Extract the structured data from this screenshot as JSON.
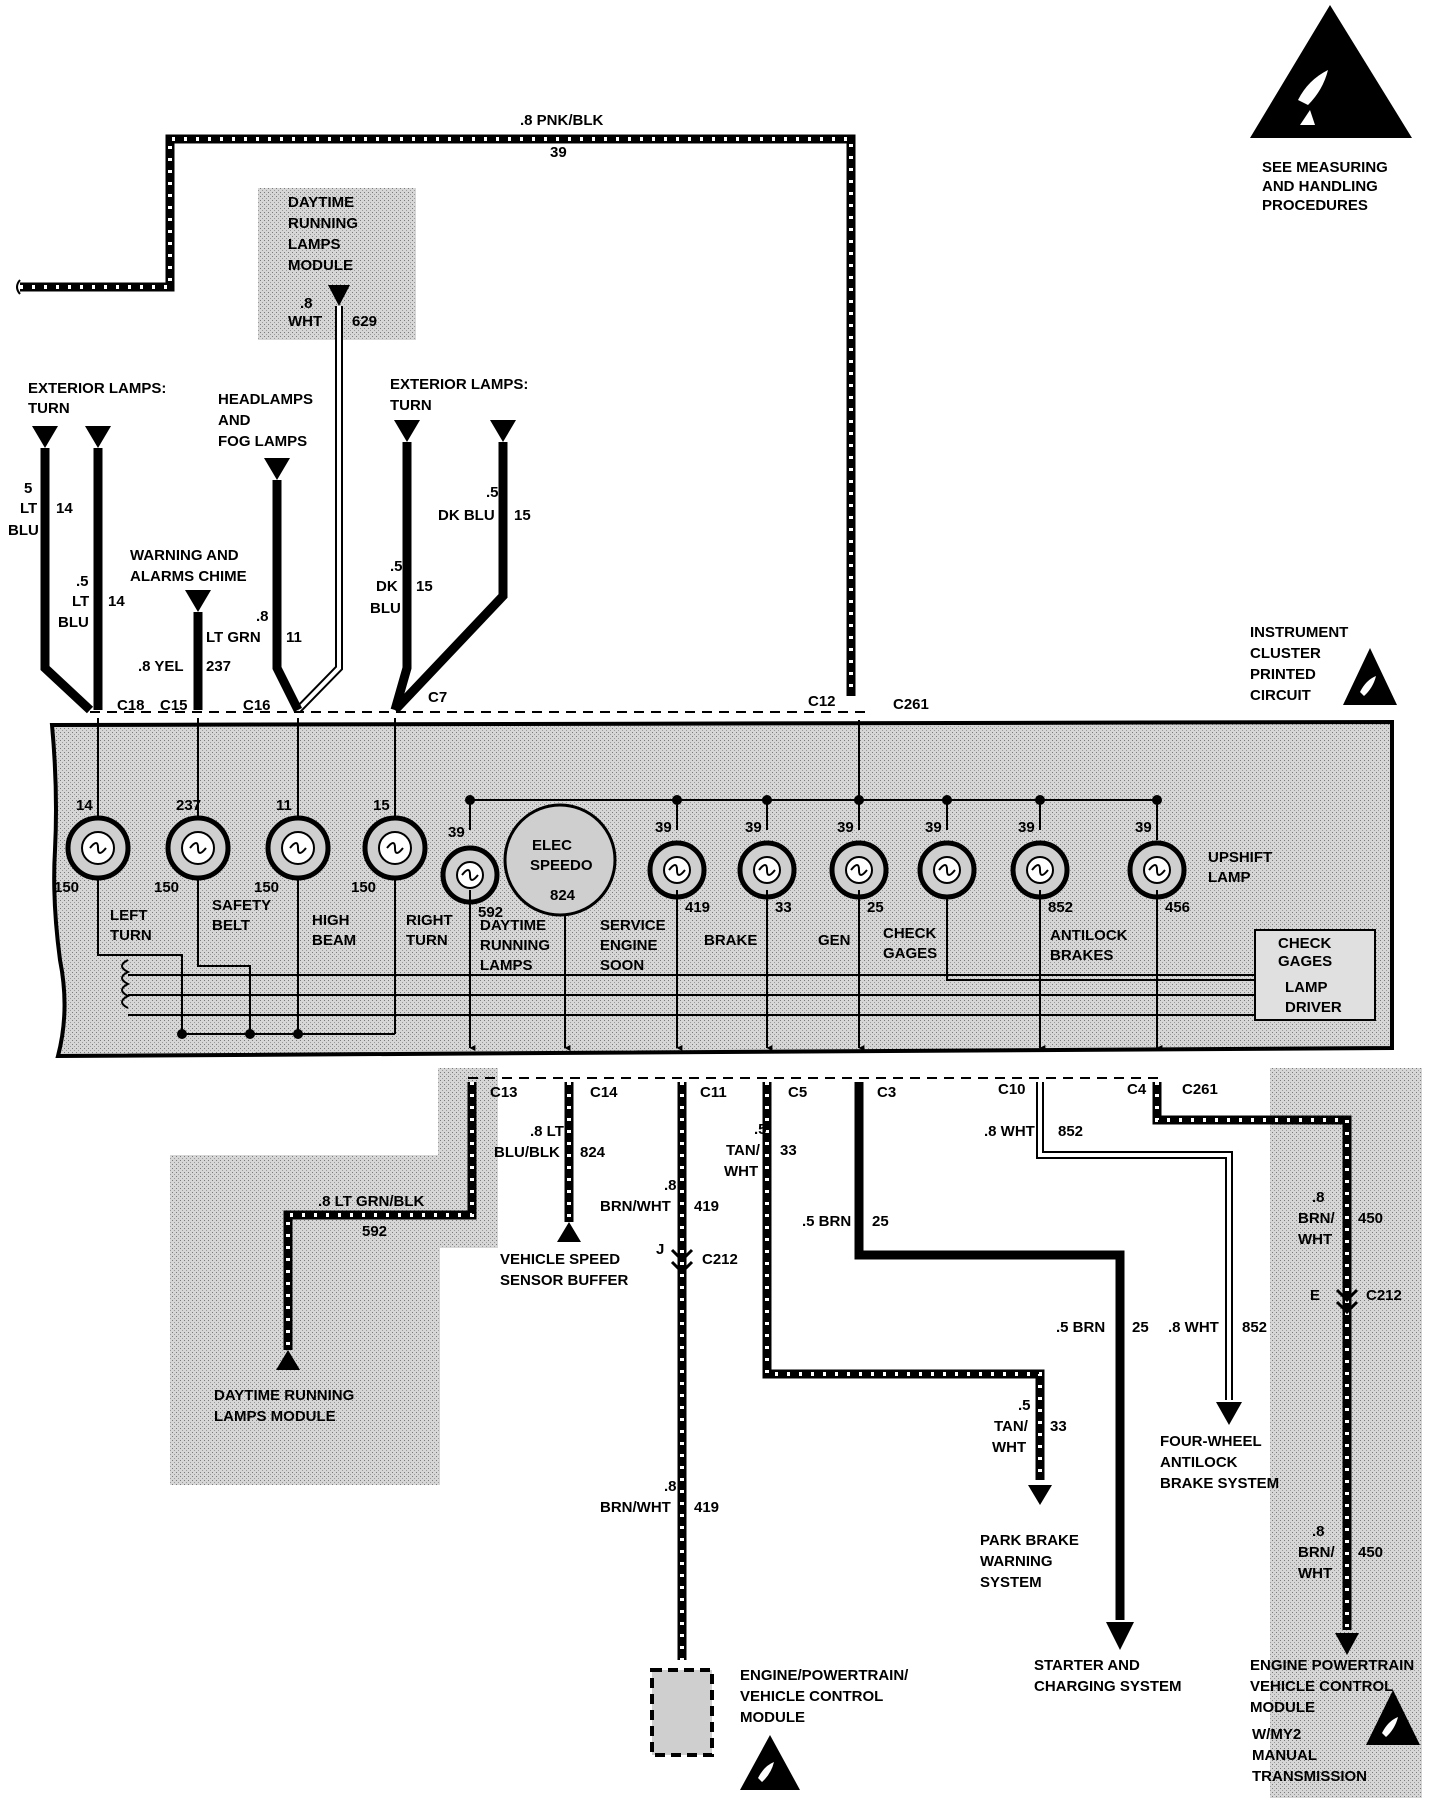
{
  "warning": {
    "top_right": [
      "SEE MEASURING",
      "AND HANDLING",
      "PROCEDURES"
    ],
    "cluster_title": [
      "INSTRUMENT",
      "CLUSTER",
      "PRINTED",
      "CIRCUIT"
    ]
  },
  "top_wire": {
    "gauge_color": ".8 PNK/BLK",
    "circuit": "39"
  },
  "upper_labels": {
    "drl_module": [
      "DAYTIME",
      "RUNNING",
      "LAMPS",
      "MODULE"
    ],
    "drl_wire": {
      "gauge": ".8",
      "color": "WHT",
      "circuit": "629"
    },
    "ext_lamps_left": [
      "EXTERIOR LAMPS:",
      "TURN"
    ],
    "ext_lamps_right": [
      "EXTERIOR LAMPS:",
      "TURN"
    ],
    "headlamps": [
      "HEADLAMPS",
      "AND",
      "FOG LAMPS"
    ],
    "chime": [
      "WARNING AND",
      "ALARMS CHIME"
    ],
    "wire_14a": [
      "5",
      "LT",
      "BLU"
    ],
    "wire_14a_circuit": "14",
    "wire_14b": [
      ".5",
      "LT",
      "BLU"
    ],
    "wire_14b_circuit": "14",
    "wire_237": ".8 YEL",
    "wire_237_circuit": "237",
    "wire_11": [
      ".8",
      "LT GRN"
    ],
    "wire_11_circuit": "11",
    "wire_15a": [
      ".5",
      "DK",
      "BLU"
    ],
    "wire_15a_circuit": "15",
    "wire_15b": [
      ".5",
      "DK BLU"
    ],
    "wire_15b_circuit": "15"
  },
  "connectors_top": [
    "C18",
    "C15",
    "C16",
    "C7",
    "C12",
    "C261"
  ],
  "lamps": [
    {
      "circuit": "14",
      "return": "150",
      "label": [
        "LEFT",
        "TURN"
      ]
    },
    {
      "circuit": "237",
      "return": "150",
      "label": [
        "SAFETY",
        "BELT"
      ]
    },
    {
      "circuit": "11",
      "return": "150",
      "label": [
        "HIGH",
        "BEAM"
      ]
    },
    {
      "circuit": "15",
      "return": "150",
      "label": [
        "RIGHT",
        "TURN"
      ]
    },
    {
      "circuit": "39",
      "return": "592",
      "label": [
        "DAYTIME",
        "RUNNING",
        "LAMPS"
      ]
    },
    {
      "circuit": "39",
      "return": "419",
      "label": [
        "SERVICE",
        "ENGINE",
        "SOON"
      ]
    },
    {
      "circuit": "39",
      "return": "33",
      "label": [
        "BRAKE"
      ]
    },
    {
      "circuit": "39",
      "return": "25",
      "label": [
        "GEN"
      ]
    },
    {
      "circuit": "39",
      "return": "",
      "label": [
        "CHECK",
        "GAGES"
      ]
    },
    {
      "circuit": "39",
      "return": "852",
      "label": [
        "ANTILOCK",
        "BRAKES"
      ]
    },
    {
      "circuit": "39",
      "return": "456",
      "label": [
        "UPSHIFT",
        "LAMP"
      ]
    }
  ],
  "speedo": {
    "label": [
      "ELEC",
      "SPEEDO"
    ],
    "circuit": "824"
  },
  "lamp_driver": [
    "CHECK",
    "GAGES",
    "LAMP",
    "DRIVER"
  ],
  "connectors_bottom": [
    "C13",
    "C14",
    "C11",
    "C5",
    "C3",
    "C10",
    "C4",
    "C261"
  ],
  "lower_wires": {
    "w592": ".8 LT GRN/BLK",
    "w592_circuit": "592",
    "w824": [
      ".8 LT",
      "BLU/BLK"
    ],
    "w824_circuit": "824",
    "w419a": [
      ".8",
      "BRN/WHT"
    ],
    "w419a_circuit": "419",
    "w419b": [
      ".8",
      "BRN/WHT"
    ],
    "w419b_circuit": "419",
    "w33a": [
      ".5",
      "TAN/",
      "WHT"
    ],
    "w33a_circuit": "33",
    "w33b": [
      ".5",
      "TAN/",
      "WHT"
    ],
    "w33b_circuit": "33",
    "w25a": ".5 BRN",
    "w25a_circuit": "25",
    "w25b": ".5 BRN",
    "w25b_circuit": "25",
    "w852a": ".8 WHT",
    "w852a_circuit": "852",
    "w852b": ".8 WHT",
    "w852b_circuit": "852",
    "w450a": [
      ".8",
      "BRN/",
      "WHT"
    ],
    "w450a_circuit": "450",
    "w450b": [
      ".8",
      "BRN/",
      "WHT"
    ],
    "w450b_circuit": "450",
    "c212_left_pin": "J",
    "c212_left": "C212",
    "c212_right_pin": "E",
    "c212_right": "C212"
  },
  "destinations": {
    "drl_module": [
      "DAYTIME RUNNING",
      "LAMPS MODULE"
    ],
    "vss_buffer": [
      "VEHICLE SPEED",
      "SENSOR BUFFER"
    ],
    "pcm": [
      "ENGINE/POWERTRAIN/",
      "VEHICLE CONTROL",
      "MODULE"
    ],
    "park_brake": [
      "PARK BRAKE",
      "WARNING",
      "SYSTEM"
    ],
    "starter": [
      "STARTER AND",
      "CHARGING SYSTEM"
    ],
    "abs": [
      "FOUR-WHEEL",
      "ANTILOCK",
      "BRAKE SYSTEM"
    ],
    "pcm_right": [
      "ENGINE POWERTRAIN",
      "VEHICLE CONTROL",
      "MODULE",
      "W/MY2",
      "MANUAL",
      "TRANSMISSION"
    ]
  }
}
